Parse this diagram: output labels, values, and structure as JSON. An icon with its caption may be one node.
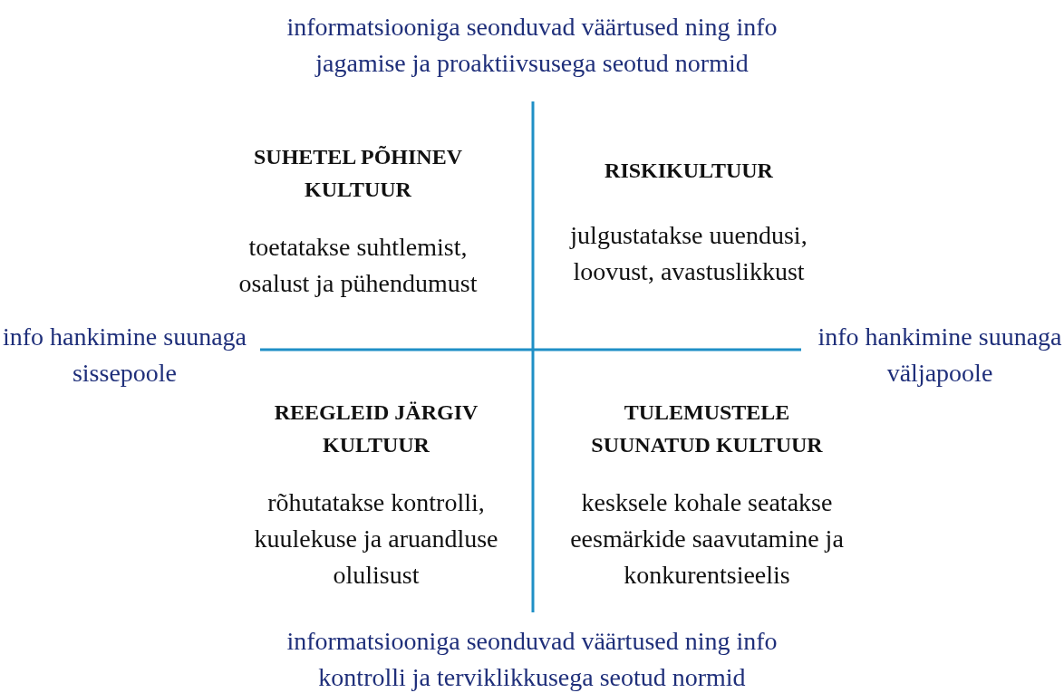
{
  "diagram": {
    "nodes": [
      {
        "text": [
          "SUHETEL PÕHINEV KULTUUR",
          "toetatakse suhtlemist, osalust ja pühendumust"
        ]
      },
      {
        "text": [
          "RISKIKULTUUR",
          "julgustatakse uuendusi, loovust, avastuslikkust"
        ]
      },
      {
        "text": [
          "REEGLEID JÄRGIV KULTUUR",
          "rõhutatakse kontrolli, kuulekuse ja aruandluse olulisust"
        ]
      },
      {
        "text": [
          "TULEMUSTELE SUUNATUD KULTUUR",
          "kesksele kohale seatakse eesmärkide saavutamine ja konkurentsieelis"
        ]
      }
    ],
    "labels": [
      "informatsiooniga seonduvad väärtused ning info jagamise ja proaktiivsusega seotud normid",
      "info hankimine suunaga sissepoole",
      "info hankimine suunaga väljapoole",
      "informatsiooniga seonduvad väärtused ning info kontrolli ja terviklikkusega seotud normid"
    ]
  }
}
